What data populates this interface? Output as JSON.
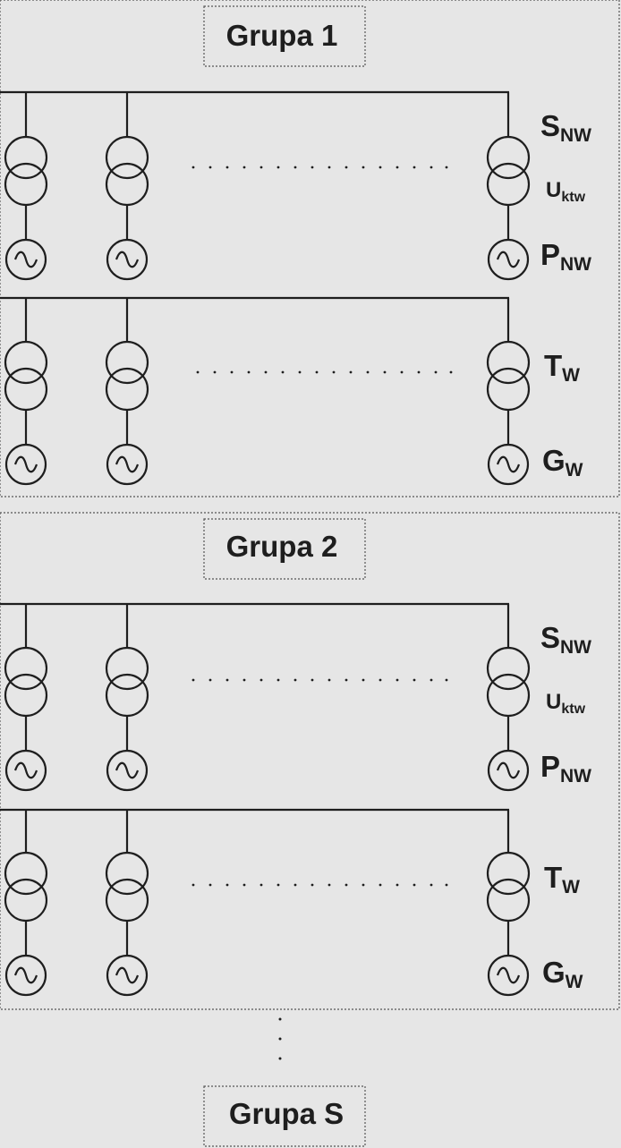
{
  "groups": [
    {
      "title": "Grupa 1",
      "labels": {
        "s_main": "S",
        "s_sub": "NW",
        "u_main": "U",
        "u_sub": "ktw",
        "p_main": "P",
        "p_sub": "NW",
        "t_main": "T",
        "t_sub": "W",
        "g_main": "G",
        "g_sub": "W"
      }
    },
    {
      "title": "Grupa 2",
      "labels": {
        "s_main": "S",
        "s_sub": "NW",
        "u_main": "U",
        "u_sub": "ktw",
        "p_main": "P",
        "p_sub": "NW",
        "t_main": "T",
        "t_sub": "W",
        "g_main": "G",
        "g_sub": "W"
      }
    }
  ],
  "last_group_title": "Grupa S",
  "icons": {
    "transformer": "transformer-icon",
    "generator": "generator-icon"
  }
}
